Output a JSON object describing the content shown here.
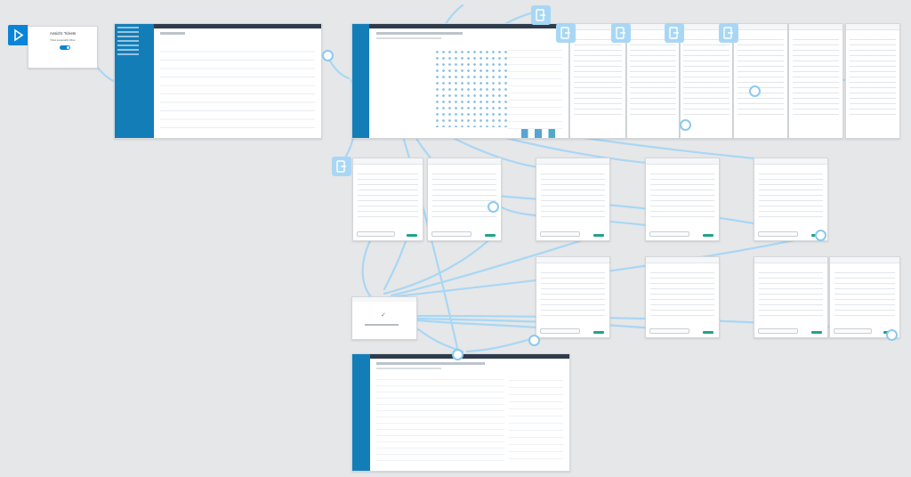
{
  "flow": {
    "start_label": "",
    "tooltip": {
      "title": "Ansicht: Tickets",
      "subtitle": "Ticket ausgewählt öffnen"
    }
  },
  "icons": {
    "start": "play-icon",
    "screen_link": "screen-link-icon",
    "check": "check-icon"
  },
  "colors": {
    "background": "#e6e7e8",
    "sidebar": "#137db8",
    "accent": "#0a84d6",
    "link": "#a8d7f5",
    "success": "#2aa84a",
    "primary_button": "#1fa38a"
  },
  "screens": {
    "tickets_list": {
      "title": "Tickets"
    },
    "dashboard": {
      "title": "Dashboard"
    },
    "success": {
      "title": "Erfolgreich gespeichert"
    },
    "detail": {
      "title": "Ticket Detail"
    }
  }
}
